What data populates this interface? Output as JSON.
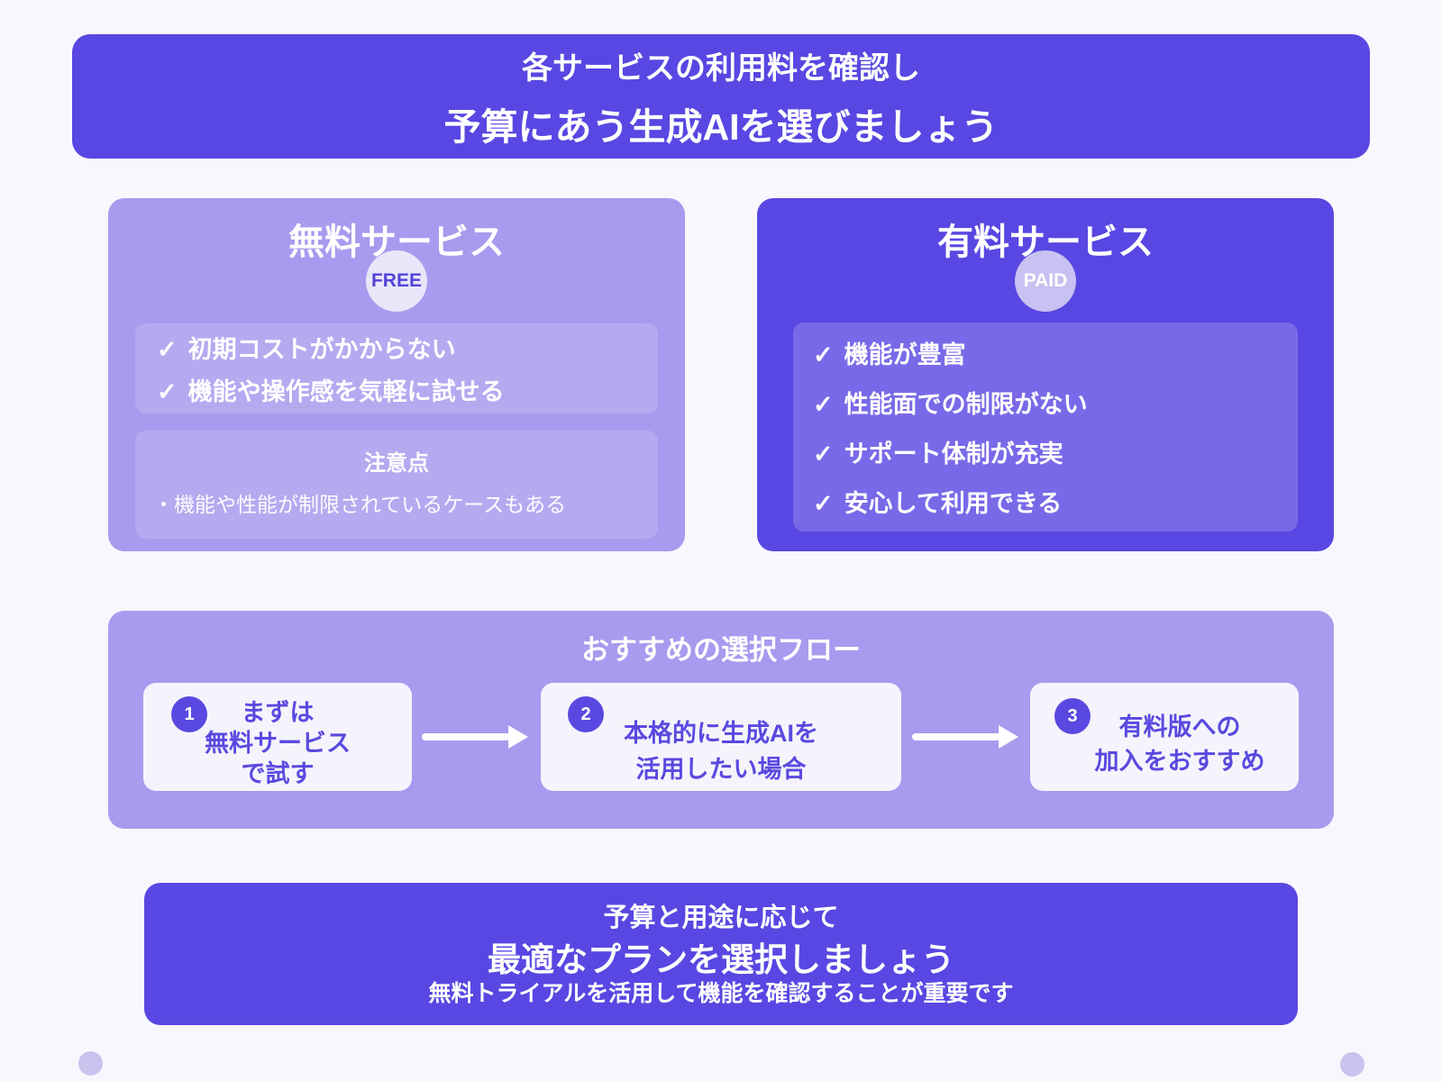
{
  "header": {
    "line1": "各サービスの利用料を確認し",
    "line2": "予算にあう生成AIを選びましょう"
  },
  "free_card": {
    "title": "無料サービス",
    "badge": "FREE",
    "check": "✓",
    "benefits": [
      "初期コストがかからない",
      "機能や操作感を気軽に試せる"
    ],
    "note": {
      "title": "注意点",
      "bullet": "・",
      "items": [
        "機能や性能が制限されているケースもある"
      ]
    }
  },
  "paid_card": {
    "title": "有料サービス",
    "badge": "PAID",
    "check": "✓",
    "benefits": [
      "機能が豊富",
      "性能面での制限がない",
      "サポート体制が充実",
      "安心して利用できる"
    ]
  },
  "flow": {
    "title": "おすすめの選択フロー",
    "steps": [
      {
        "number": "1",
        "lines": [
          "まずは",
          "無料サービス",
          "で試す"
        ]
      },
      {
        "number": "2",
        "lines": [
          "本格的に生成AIを",
          "活用したい場合"
        ]
      },
      {
        "number": "3",
        "lines": [
          "有料版への",
          "加入をおすすめ"
        ]
      }
    ]
  },
  "footer": {
    "line1": "予算と用途に応じて",
    "line2": "最適なプランを選択しましょう",
    "line3": "無料トライアルを活用して機能を確認することが重要です"
  },
  "colors": {
    "page_background": "#f8f7fd",
    "primary_purple": "#5847e2",
    "light_purple_panel": "#a69bee",
    "lighter_purple_box": "#b4aaf0",
    "paid_inner_box": "#7969e8",
    "step_box": "#f5f4fc",
    "step_text": "#5a49e0",
    "free_badge_bg": "#e9e6f9",
    "paid_badge_bg": "#c8c1f1",
    "deco_dot": "#c9c3ee",
    "text_white": "#ffffff"
  }
}
